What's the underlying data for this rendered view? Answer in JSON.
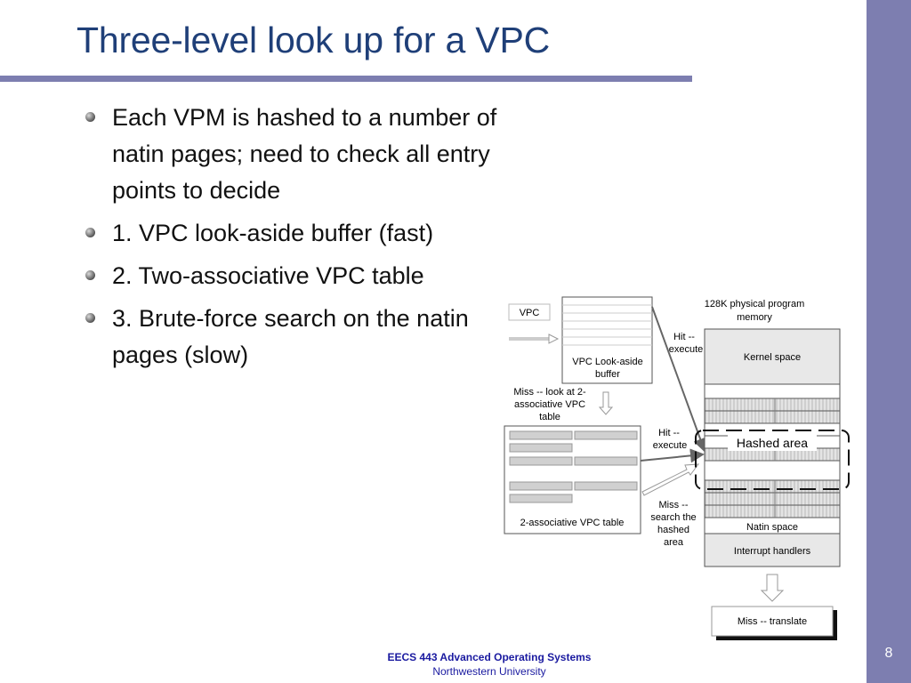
{
  "slide": {
    "title": "Three-level look up for a VPC",
    "bullets": [
      "Each VPM is hashed to a number of natin pages; need to check all entry points to decide",
      "1. VPC look-aside buffer (fast)",
      "2. Two-associative VPC table",
      "3. Brute-force search on the natin pages (slow)"
    ],
    "page_number": "8",
    "footer": {
      "course": "EECS 443 Advanced Operating Systems",
      "university": "Northwestern University"
    }
  },
  "diagram": {
    "vpc_label": "VPC",
    "lookaside_label_1": "VPC Look-aside",
    "lookaside_label_2": "buffer",
    "miss_lookup_1": "Miss -- look at 2-",
    "miss_lookup_2": "associative VPC",
    "miss_lookup_3": "table",
    "assoc_table_label": "2-associative VPC table",
    "hit1_1": "Hit --",
    "hit1_2": "execute",
    "hit2_1": "Hit --",
    "hit2_2": "execute",
    "miss_search_1": "Miss --",
    "miss_search_2": "search the",
    "miss_search_3": "hashed",
    "miss_search_4": "area",
    "memory_title_1": "128K physical program",
    "memory_title_2": "memory",
    "kernel_space": "Kernel space",
    "hashed_area": "Hashed area",
    "natin_space": "Natin space",
    "interrupt_handlers": "Interrupt handlers",
    "miss_translate": "Miss -- translate"
  },
  "colors": {
    "title": "#1f3f78",
    "accent_bar": "#7d7eb0",
    "footer_text": "#1a1aa0",
    "box_fill": "#e8e8e8"
  }
}
